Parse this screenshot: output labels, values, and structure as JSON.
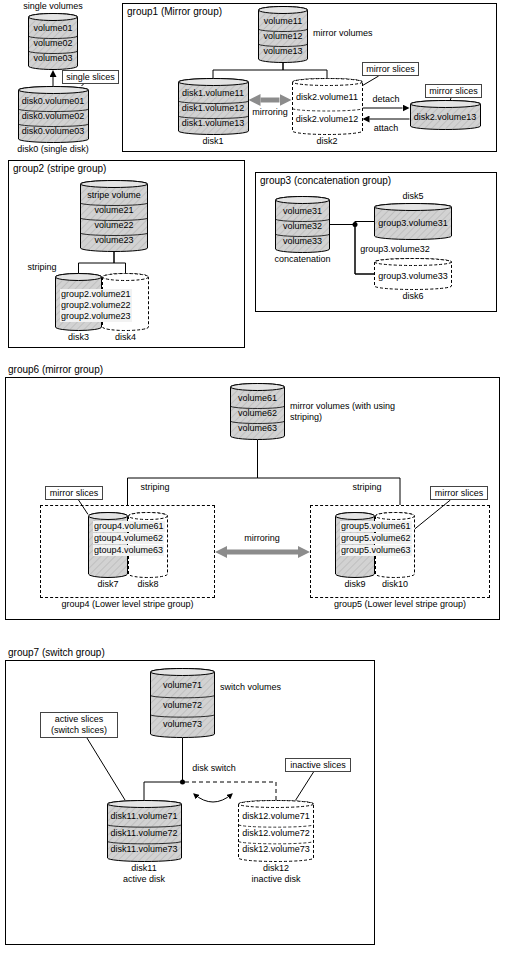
{
  "diagram": {
    "nodes": [
      {
        "text": [
          "single volumes",
          "volume01",
          "volume02",
          "volume03"
        ]
      },
      {
        "text": [
          "single slices"
        ]
      },
      {
        "text": [
          "disk0.volume01",
          "disk0.volume02",
          "disk0.volume03",
          "disk0 (single disk)"
        ]
      },
      {
        "text": [
          "group1 (Mirror group)"
        ]
      },
      {
        "text": [
          "volume11",
          "volume12",
          "volume13",
          "mirror volumes"
        ],
        "in": 3
      },
      {
        "text": [
          "disk1.volume11",
          "disk1.volume12",
          "disk1.volume13",
          "disk1"
        ],
        "in": 3
      },
      {
        "text": [
          "mirror slices"
        ],
        "in": 3
      },
      {
        "text": [
          "disk2.volume11",
          "disk2.volume12",
          "disk2"
        ],
        "in": 3
      },
      {
        "text": [
          "mirror slices"
        ],
        "in": 3
      },
      {
        "text": [
          "disk2.volume13"
        ],
        "in": 3
      },
      {
        "text": [
          "group2 (stripe group)",
          "group2.volume21",
          "group2.volume22",
          "group2.volume23"
        ]
      },
      {
        "text": [
          "stripe volume",
          "volume21",
          "volume22",
          "volume23"
        ],
        "in": 10
      },
      {
        "text": [
          "disk3"
        ],
        "in": 10
      },
      {
        "text": [
          "disk4"
        ],
        "in": 10
      },
      {
        "text": [
          "group3 (concatenation group)"
        ]
      },
      {
        "text": [
          "volume31",
          "volume32",
          "volume33",
          "concatenation"
        ],
        "in": 14
      },
      {
        "text": [
          "disk5",
          "group3.volume31"
        ],
        "in": 14
      },
      {
        "text": [
          "group3.volume33",
          "disk6"
        ],
        "in": 14
      },
      {
        "text": [
          "group6 (mirror group)"
        ]
      },
      {
        "text": [
          "volume61",
          "volume62",
          "volume63",
          "mirror volumes (with using striping)"
        ],
        "in": 18
      },
      {
        "text": [
          "mirror slices"
        ],
        "in": 18
      },
      {
        "text": [
          "group4.volume61",
          "gtoup4.volume62",
          "gtoup4.volume63",
          "group4 (Lower level stripe group)"
        ],
        "in": 18
      },
      {
        "text": [
          "disk7"
        ],
        "in": 21
      },
      {
        "text": [
          "disk8"
        ],
        "in": 21
      },
      {
        "text": [
          "mirror slices"
        ],
        "in": 18
      },
      {
        "text": [
          "group5.volume61",
          "group5.volume62",
          "group5.volume63",
          "group5 (Lower level stripe group)"
        ],
        "in": 18
      },
      {
        "text": [
          "disk9"
        ],
        "in": 25
      },
      {
        "text": [
          "disk10"
        ],
        "in": 25
      },
      {
        "text": [
          "group7 (switch group)"
        ]
      },
      {
        "text": [
          "volume71",
          "volume72",
          "volume73",
          "switch volumes"
        ],
        "in": 28
      },
      {
        "text": [
          "active slices (switch slices)"
        ],
        "in": 28
      },
      {
        "text": [
          "disk11.volume71",
          "disk11.volume72",
          "disk11.volume73",
          "disk11 active disk"
        ],
        "in": 28
      },
      {
        "text": [
          "inactive slices"
        ],
        "in": 28
      },
      {
        "text": [
          "disk12.volume71",
          "disk12.volume72",
          "disk12.volume73",
          "disk12 inactive disk"
        ],
        "in": 28
      }
    ],
    "edges": [
      {
        "from": 2,
        "to": 0,
        "arrow": "to"
      },
      {
        "from": 1,
        "to": 2,
        "arrow": "none"
      },
      {
        "from": 5,
        "to": 4,
        "arrow": "none"
      },
      {
        "from": 7,
        "to": 4,
        "arrow": "none"
      },
      {
        "from": 5,
        "to": 7,
        "label": "mirroring",
        "arrow": "both"
      },
      {
        "from": 6,
        "to": 7,
        "arrow": "none"
      },
      {
        "from": 7,
        "to": 9,
        "label": "detach",
        "arrow": "to"
      },
      {
        "from": 9,
        "to": 7,
        "label": "attach",
        "arrow": "to"
      },
      {
        "from": 8,
        "to": 9,
        "arrow": "none"
      },
      {
        "from": 12,
        "to": 11,
        "arrow": "none"
      },
      {
        "from": 13,
        "to": 11,
        "arrow": "none"
      },
      {
        "from": 15,
        "to": 16,
        "arrow": "none"
      },
      {
        "from": 15,
        "to": 17,
        "arrow": "none"
      },
      {
        "from": 16,
        "to": 17,
        "label": "group3.volume32",
        "arrow": "none"
      },
      {
        "from": 21,
        "to": 19,
        "arrow": "none"
      },
      {
        "from": 25,
        "to": 19,
        "arrow": "none"
      },
      {
        "from": 21,
        "to": 25,
        "label": "mirroring",
        "arrow": "both"
      },
      {
        "from": 20,
        "to": 22,
        "arrow": "none"
      },
      {
        "from": 24,
        "to": 27,
        "arrow": "none"
      },
      {
        "from": 31,
        "to": 29,
        "arrow": "none"
      },
      {
        "from": 33,
        "to": 29,
        "arrow": "none"
      },
      {
        "from": 30,
        "to": 31,
        "arrow": "none"
      },
      {
        "from": 32,
        "to": 33,
        "arrow": "none"
      }
    ],
    "labels": [
      "striping",
      "striping",
      "striping",
      "disk switch"
    ]
  }
}
